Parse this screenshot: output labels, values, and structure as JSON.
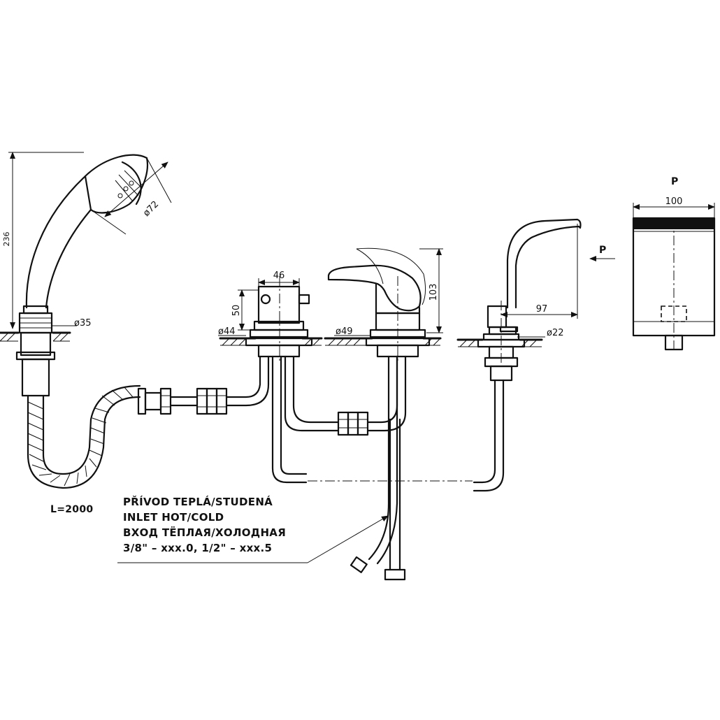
{
  "dimensions": {
    "hand_shower_length": "236",
    "hand_shower_head_diameter": "ø72",
    "hand_shower_base_diameter": "ø35",
    "hose_length": "L=2000",
    "diverter_width": "46",
    "diverter_height": "50",
    "diverter_base_diameter": "ø44",
    "mixer_height": "103",
    "mixer_base_diameter": "ø49",
    "spout_reach": "97",
    "spout_base_diameter": "ø22",
    "view_p_width": "100"
  },
  "view_labels": {
    "view_arrow": "P",
    "view_title": "P"
  },
  "inlet_note": {
    "line1": "PŘÍVOD TEPLÁ/STUDENÁ",
    "line2": "INLET HOT/COLD",
    "line3": "ВХОД ТЁПЛАЯ/ХОЛОДНАЯ",
    "line4": "3/8\" – xxx.0, 1/2\" – xxx.5"
  }
}
